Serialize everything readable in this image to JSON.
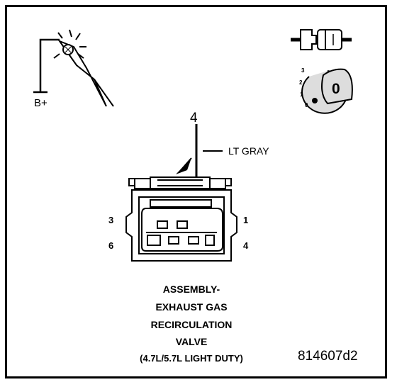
{
  "probe": {
    "label": "B+"
  },
  "wire": {
    "pin_callout": "4",
    "color_label": "LT GRAY"
  },
  "connector": {
    "pins": {
      "top_left": "3",
      "top_right": "1",
      "bottom_left": "6",
      "bottom_right": "4"
    }
  },
  "ignition_key": {
    "positions": [
      "3",
      "2",
      "1",
      "0"
    ],
    "key_face": "0"
  },
  "caption": {
    "line1": "ASSEMBLY-",
    "line2": "EXHAUST GAS",
    "line3": "RECIRCULATION",
    "line4": "VALVE",
    "line5": "(4.7L/5.7L LIGHT DUTY)"
  },
  "figure_id": "814607d2"
}
